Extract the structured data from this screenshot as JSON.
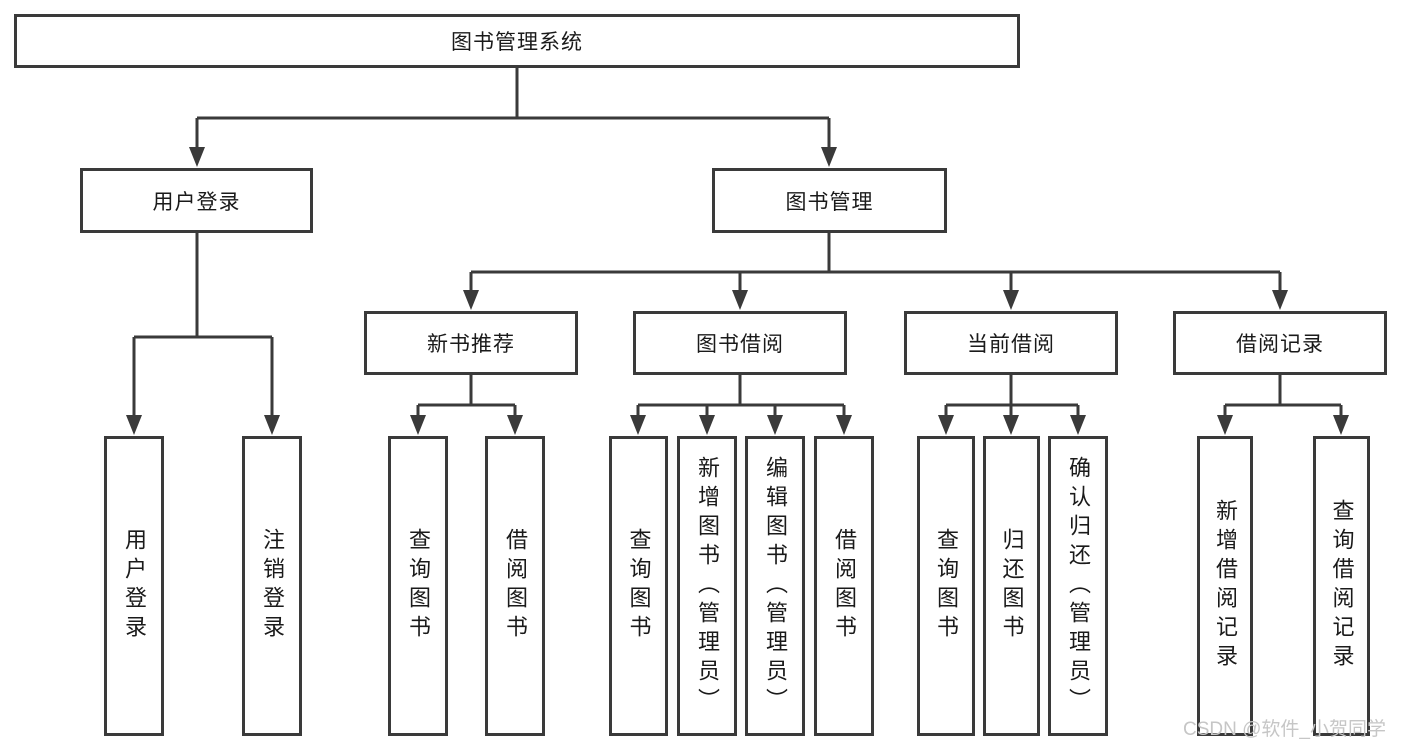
{
  "colors": {
    "line": "#3a3a3a",
    "text": "#1a1a1a",
    "bg": "#ffffff",
    "watermark": "#c6c6c6"
  },
  "tree": {
    "root": {
      "label": "图书管理系统"
    },
    "branches": [
      {
        "label": "用户登录",
        "children": [
          {
            "label": "用户登录"
          },
          {
            "label": "注销登录"
          }
        ]
      },
      {
        "label": "图书管理",
        "children": [
          {
            "label": "新书推荐",
            "children": [
              {
                "label": "查询图书"
              },
              {
                "label": "借阅图书"
              }
            ]
          },
          {
            "label": "图书借阅",
            "children": [
              {
                "label": "查询图书"
              },
              {
                "label": "新增图书（管理员）"
              },
              {
                "label": "编辑图书（管理员）"
              },
              {
                "label": "借阅图书"
              }
            ]
          },
          {
            "label": "当前借阅",
            "children": [
              {
                "label": "查询图书"
              },
              {
                "label": "归还图书"
              },
              {
                "label": "确认归还（管理员）"
              }
            ]
          },
          {
            "label": "借阅记录",
            "children": [
              {
                "label": "新增借阅记录"
              },
              {
                "label": "查询借阅记录"
              }
            ]
          }
        ]
      }
    ]
  },
  "watermark": {
    "text": "CSDN @软件_小贺同学"
  }
}
